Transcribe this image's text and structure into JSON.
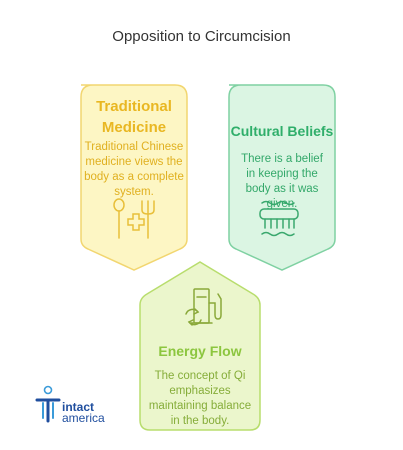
{
  "title": "Opposition to Circumcision",
  "cards": [
    {
      "title": "Traditional Medicine",
      "text": "Traditional Chinese medicine views the body as a complete system.",
      "icon": "herbal-medicine-icon",
      "fill": "#fdf6c4",
      "stroke": "#f2d670",
      "title_color": "#e9b722",
      "text_color": "#e0b020"
    },
    {
      "title": "Cultural Beliefs",
      "text": "There is a belief in keeping the body as it was given.",
      "icon": "cultural-artifact-icon",
      "fill": "#dbf5e3",
      "stroke": "#7fd1a2",
      "title_color": "#2fae6a",
      "text_color": "#33a86a"
    },
    {
      "title": "Energy Flow",
      "text": "The concept of Qi emphasizes maintaining balance in the body.",
      "icon": "energy-station-icon",
      "fill": "#ebf6cc",
      "stroke": "#b8dd6d",
      "title_color": "#8cc63f",
      "text_color": "#86ad3a"
    }
  ],
  "logo": {
    "line1": "intact",
    "line2": "america",
    "color": "#1f4e9e"
  }
}
